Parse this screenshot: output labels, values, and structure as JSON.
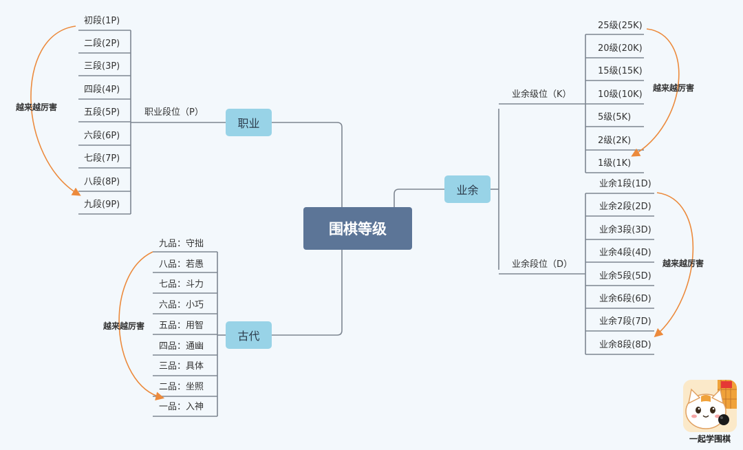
{
  "root": "围棋等级",
  "branches": {
    "pro": {
      "label": "职业",
      "sub_label": "职业段位（P）",
      "items": [
        "初段(1P)",
        "二段(2P)",
        "三段(3P)",
        "四段(4P)",
        "五段(5P)",
        "六段(6P)",
        "七段(7P)",
        "八段(8P)",
        "九段(9P)"
      ],
      "annotation": "越来越厉害"
    },
    "ancient": {
      "label": "古代",
      "items": [
        "九品：守拙",
        "八品：若愚",
        "七品：斗力",
        "六品：小巧",
        "五品：用智",
        "四品：通幽",
        "三品：具体",
        "二品：坐照",
        "一品：入神"
      ],
      "annotation": "越来越厉害"
    },
    "amateur": {
      "label": "业余",
      "kyu": {
        "sub_label": "业余级位（K）",
        "items": [
          "25级(25K)",
          "20级(20K)",
          "15级(15K)",
          "10级(10K)",
          "5级(5K)",
          "2级(2K)",
          "1级(1K)"
        ],
        "annotation": "越来越厉害"
      },
      "dan": {
        "sub_label": "业余段位（D）",
        "items": [
          "业余1段(1D)",
          "业余2段(2D)",
          "业余3段(3D)",
          "业余4段(4D)",
          "业余5段(5D)",
          "业余6段(6D)",
          "业余7段(7D)",
          "业余8段(8D)"
        ],
        "annotation": "越来越厉害"
      }
    }
  },
  "logo_text": "一起学围棋",
  "colors": {
    "root": "#5c7597",
    "branch": "#98d3e7",
    "line": "#7d8590",
    "arrow": "#ec8a3c",
    "background": "#f3f8fc"
  }
}
